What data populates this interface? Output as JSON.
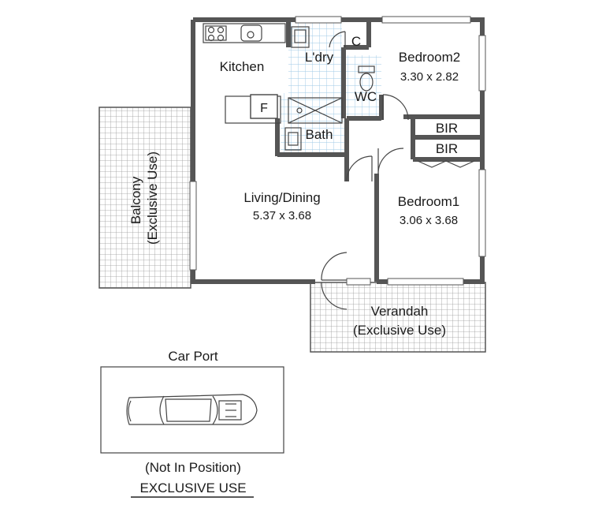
{
  "rooms": {
    "kitchen": "Kitchen",
    "laundry": "L'dry",
    "cupboard": "C",
    "wc": "WC",
    "bath": "Bath",
    "fridge": "F",
    "bedroom2": {
      "name": "Bedroom2",
      "size": "3.30 x 2.82"
    },
    "bir_top": "BIR",
    "bir_bottom": "BIR",
    "living": {
      "name": "Living/Dining",
      "size": "5.37 x 3.68"
    },
    "bedroom1": {
      "name": "Bedroom1",
      "size": "3.06 x 3.68"
    },
    "balcony": {
      "name": "Balcony",
      "note": "(Exclusive Use)"
    },
    "verandah": {
      "name": "Verandah",
      "note": "(Exclusive Use)"
    }
  },
  "carport": {
    "title": "Car Port",
    "note": "(Not In Position)",
    "usage": "EXCLUSIVE USE"
  },
  "colors": {
    "wall": "#555555",
    "wet_area_tile": "#9ec9e6",
    "grid": "#999999"
  }
}
